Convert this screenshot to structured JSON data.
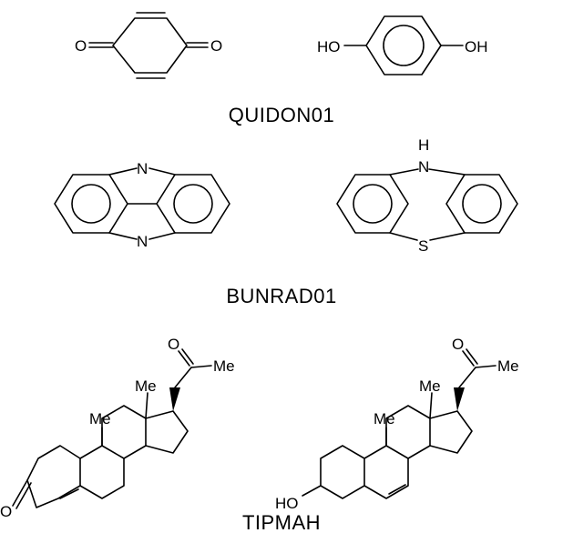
{
  "captions": {
    "row1": "QUIDON01",
    "row2": "BUNRAD01",
    "row3": "TIPMAH"
  },
  "quinone": {
    "o_left": "O",
    "o_right": "O"
  },
  "hydroquinone": {
    "oh_left": "HO",
    "oh_right": "OH"
  },
  "phenazine": {
    "n_top": "N",
    "n_bottom": "N"
  },
  "phenothiazine": {
    "nh": "H\nN",
    "nh_h": "H",
    "nh_n": "N",
    "s": "S"
  },
  "progesterone": {
    "o_ketone": "O",
    "me_acetyl": "Me",
    "me_c13": "Me",
    "me_c10": "Me",
    "o_acetyl": "O"
  },
  "pregnenolone": {
    "ho": "HO",
    "me_acetyl": "Me",
    "me_c13": "Me",
    "me_c10": "Me",
    "o_acetyl": "O"
  }
}
